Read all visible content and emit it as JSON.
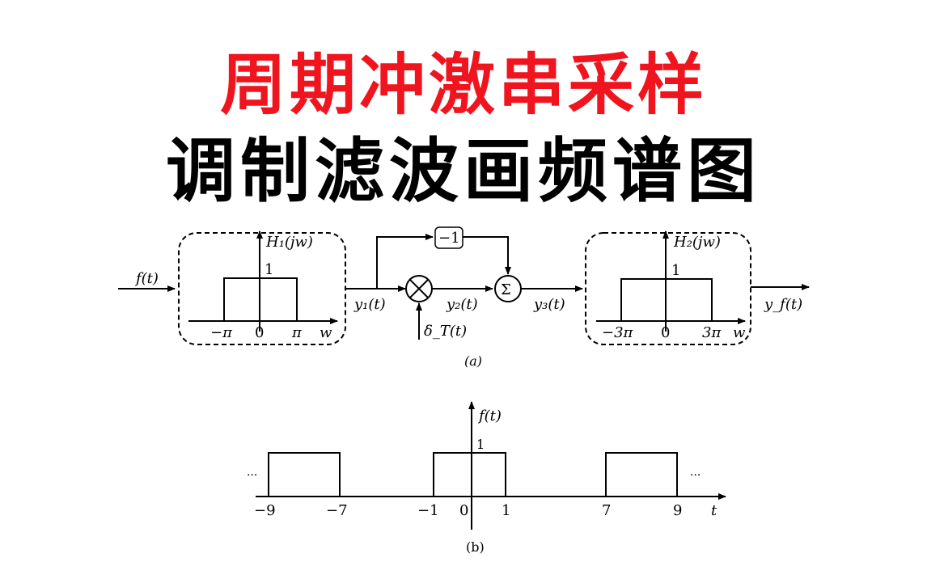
{
  "title": {
    "line1": "周期冲激串采样",
    "line2": "调制滤波画频谱图",
    "line1_color": "#f0141e",
    "line2_color": "#000000"
  },
  "figure_a": {
    "caption": "(a)",
    "input_label": "f(t)",
    "filter1": {
      "ylabel": "H₁(jw)",
      "height_label": "1",
      "ticks": [
        "−π",
        "0",
        "π"
      ],
      "xlabel": "w"
    },
    "signals": {
      "y1": "y₁(t)",
      "y2": "y₂(t)",
      "y3": "y₃(t)",
      "delta": "δ_T(t)",
      "output": "y_f(t)"
    },
    "gain_block": "−1",
    "multiplier_symbol": "⊗",
    "summer_symbol": "Σ",
    "filter2": {
      "ylabel": "H₂(jw)",
      "height_label": "1",
      "ticks": [
        "−3π",
        "0",
        "3π"
      ],
      "xlabel": "w"
    }
  },
  "figure_b": {
    "caption": "(b)",
    "ylabel": "f(t)",
    "height_label": "1",
    "xlabel": "t",
    "ticks": [
      "−9",
      "−7",
      "−1",
      "0",
      "1",
      "7",
      "9"
    ],
    "ellipsis_left": "···",
    "ellipsis_right": "···",
    "pulses": [
      {
        "start": -9,
        "end": -7,
        "height": 1
      },
      {
        "start": -1,
        "end": 1,
        "height": 1
      },
      {
        "start": 7,
        "end": 9,
        "height": 1
      }
    ]
  }
}
